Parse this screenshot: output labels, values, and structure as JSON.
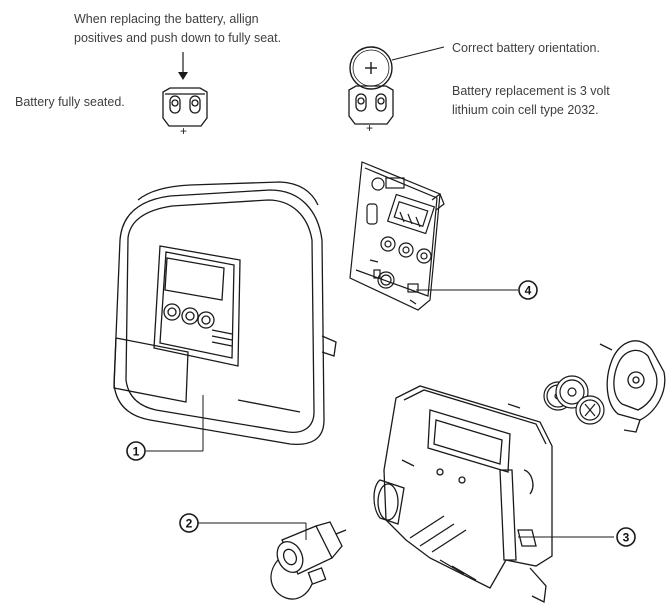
{
  "notes": {
    "replace_instruction_line1": "When replacing the battery, allign",
    "replace_instruction_line2": "positives and push down to fully seat.",
    "fully_seated": "Battery fully seated.",
    "orientation": "Correct battery orientation.",
    "replacement_line1": "Battery replacement is 3 volt",
    "replacement_line2": "lithium coin cell type 2032."
  },
  "symbols": {
    "plus": "+"
  },
  "callouts": [
    {
      "id": "1",
      "label": "1"
    },
    {
      "id": "2",
      "label": "2"
    },
    {
      "id": "3",
      "label": "3"
    },
    {
      "id": "4",
      "label": "4"
    }
  ],
  "colors": {
    "line": "#1a1a1a",
    "text": "#3f3f3f",
    "background": "#ffffff"
  }
}
